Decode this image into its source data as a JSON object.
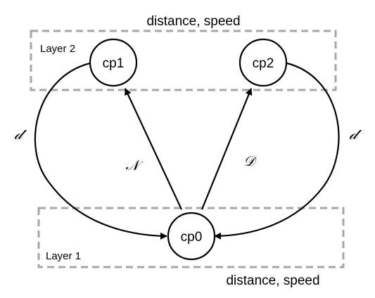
{
  "layers": {
    "top": {
      "label": "Layer 2",
      "caption": "distance, speed"
    },
    "bottom": {
      "label": "Layer 1",
      "caption": "distance, speed"
    }
  },
  "nodes": {
    "cp1": "cp1",
    "cp2": "cp2",
    "cp0": "cp0"
  },
  "edges": {
    "left_curve": "𝒹",
    "right_curve": "𝒹",
    "to_cp1": "𝒩",
    "to_cp2": "𝒟"
  },
  "colors": {
    "box_dash": "#a6a6a6",
    "stroke": "#000000"
  }
}
